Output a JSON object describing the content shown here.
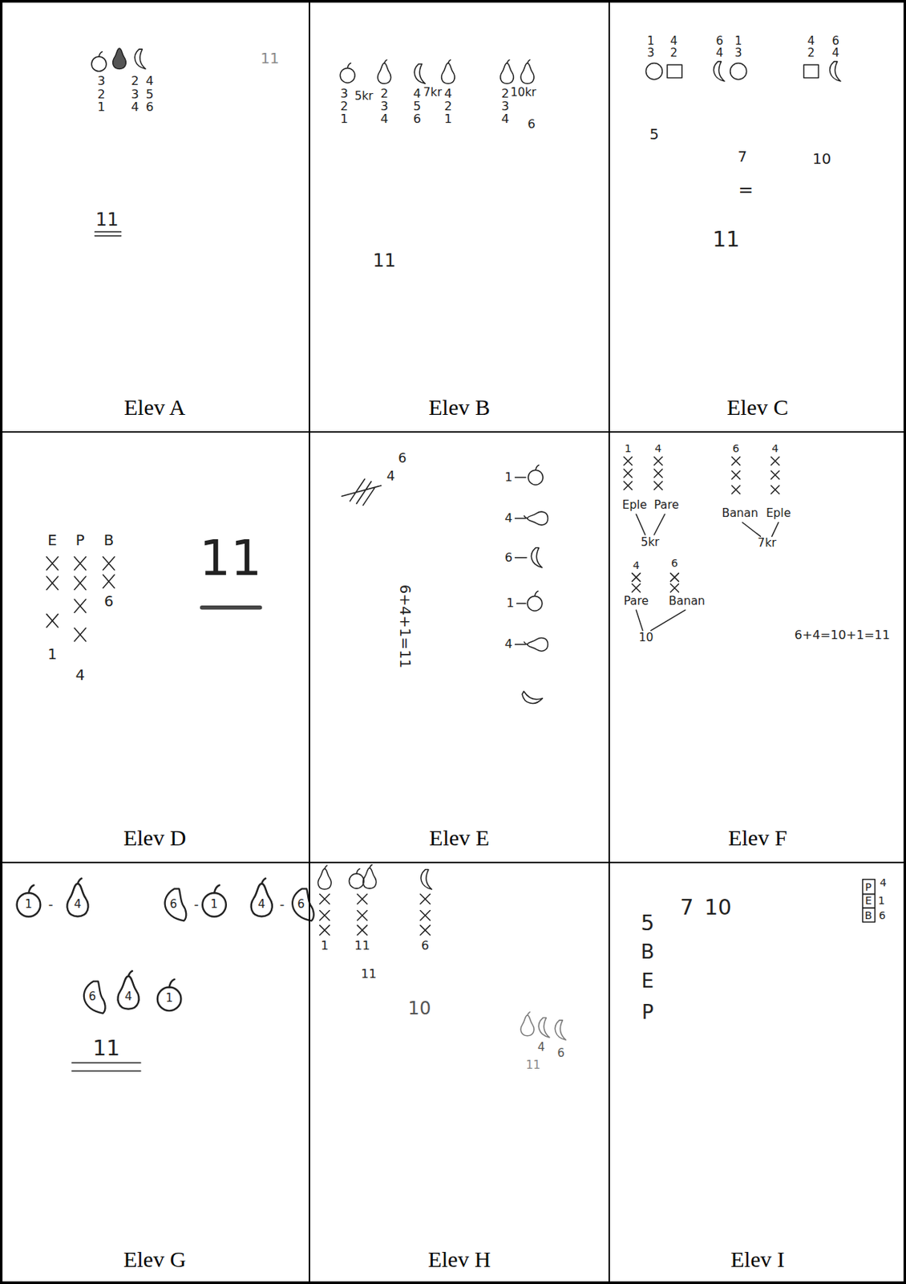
{
  "diagram": {
    "nodes": [
      {
        "text": [
          "Elev A"
        ]
      },
      {
        "text": [
          "Elev B"
        ]
      },
      {
        "text": [
          "Elev C"
        ]
      },
      {
        "text": [
          "Elev D"
        ]
      },
      {
        "text": [
          "Elev E"
        ]
      },
      {
        "text": [
          "Elev F"
        ]
      },
      {
        "text": [
          "Elev G"
        ]
      },
      {
        "text": [
          "Elev H"
        ]
      },
      {
        "text": [
          "Elev I"
        ]
      }
    ],
    "labels": [
      "3 2 1",
      "2 3 4",
      "4 5 6",
      "11",
      "11",
      "3 2 1",
      "5kr",
      "2 3 4",
      "4 5 6",
      "7kr",
      "4 2 1",
      "2 3 4",
      "10kr",
      "6",
      "11",
      "1 3",
      "4 2",
      "5",
      "6 4",
      "1 3",
      "7",
      "4 2",
      "6 4",
      "10",
      "=",
      "11",
      "E",
      "P",
      "B",
      "1",
      "4",
      "6",
      "11",
      "6",
      "4",
      "6+4+1=11",
      "1",
      "4",
      "6",
      "1",
      "4",
      "1",
      "4",
      "6",
      "4",
      "Eple",
      "Pare",
      "Banan",
      "Eple",
      "5kr",
      "7kr",
      "4",
      "6",
      "Pare",
      "Banan",
      "10",
      "6+4=10+1=11",
      "1",
      "-",
      "4",
      "6",
      "-",
      "1",
      "4",
      "-",
      "6",
      "6",
      "4",
      "1",
      "11",
      "1",
      "11",
      "6",
      "11",
      "10",
      "4",
      "6",
      "11",
      "5",
      "7",
      "10",
      "B",
      "E",
      "P",
      "P",
      "4",
      "E",
      "1",
      "B",
      "6"
    ]
  }
}
